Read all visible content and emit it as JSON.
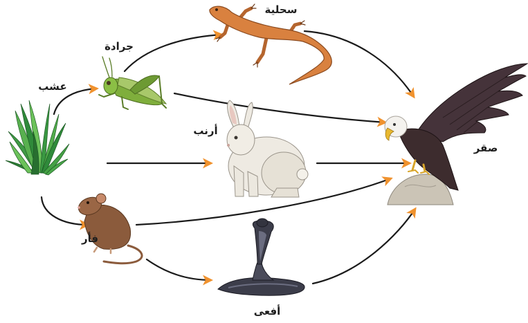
{
  "organisms": {
    "grass": {
      "label": "عشب"
    },
    "grasshopper": {
      "label": "جرادة"
    },
    "lizard": {
      "label": "سحلية"
    },
    "rabbit": {
      "label": "أرنب"
    },
    "hawk": {
      "label": "صقر"
    },
    "mouse": {
      "label": "فأر"
    },
    "snake": {
      "label": "أفعى"
    }
  },
  "colors": {
    "arrow_line": "#1b1b1b",
    "arrowhead": "#f0922e",
    "background": "#ffffff"
  }
}
